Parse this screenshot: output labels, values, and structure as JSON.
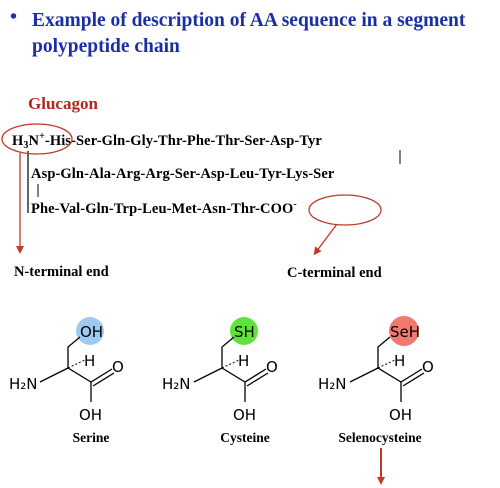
{
  "slide": {
    "bullet": "•",
    "title": "Example of description of AA sequence in a segment polypeptide chain",
    "protein_name": "Glucagon"
  },
  "sequence": {
    "n_group": "H",
    "n_group_sub": "3",
    "n_group_n": "N",
    "n_group_sup": "+",
    "line1": "-His-Ser-Gln-Gly-Thr-Phe-Thr-Ser-Asp-Tyr",
    "line2": "Asp-Gln-Ala-Arg-Arg-Ser-Asp-Leu-Tyr-Lys-Ser",
    "line3_main": "Phe-Val-Gln-Trp-Leu-Met-Asn-Thr-COO",
    "line3_sup": "-"
  },
  "labels": {
    "n_terminal": "N-terminal end",
    "c_terminal": "C-terminal end"
  },
  "amino_acids": [
    {
      "name": "Serine",
      "side_group": "OH",
      "color": "#9ec9f0"
    },
    {
      "name": "Cysteine",
      "side_group": "SH",
      "color": "#5fe33a"
    },
    {
      "name": "Selenocysteine",
      "side_group": "SeH",
      "color": "#f07a6e"
    }
  ],
  "structure_labels": {
    "h": "H",
    "o": "O",
    "amine": "H₂N",
    "hydroxyl": "OH"
  },
  "colors": {
    "title": "#1b2ea8",
    "protein_name": "#b3261e",
    "annotation": "#c0392b"
  }
}
